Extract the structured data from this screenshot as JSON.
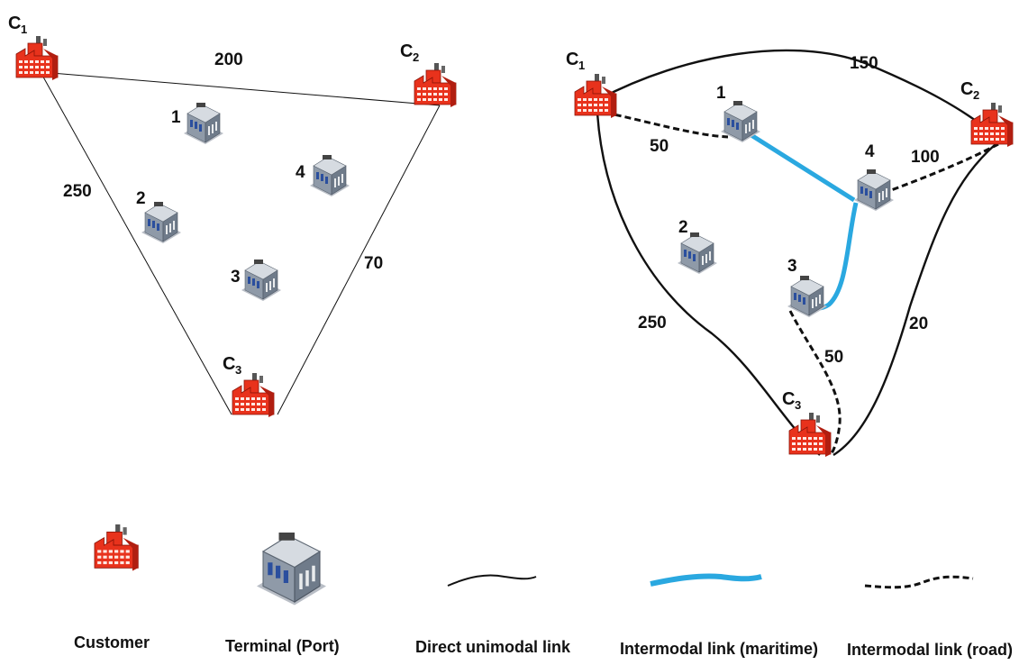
{
  "colors": {
    "customer": "#e8321c",
    "customer_dark": "#b11e10",
    "terminal": "#8f9aa8",
    "maritime": "#2aa8e0",
    "line": "#111111"
  },
  "left_network": {
    "nodes": [
      {
        "id": "C1",
        "letter": "C",
        "sub": "1",
        "type": "customer"
      },
      {
        "id": "C2",
        "letter": "C",
        "sub": "2",
        "type": "customer"
      },
      {
        "id": "C3",
        "letter": "C",
        "sub": "3",
        "type": "customer"
      },
      {
        "id": "T1",
        "label": "1",
        "type": "terminal"
      },
      {
        "id": "T2",
        "label": "2",
        "type": "terminal"
      },
      {
        "id": "T3",
        "label": "3",
        "type": "terminal"
      },
      {
        "id": "T4",
        "label": "4",
        "type": "terminal"
      }
    ],
    "edges": [
      {
        "from": "C1",
        "to": "C2",
        "weight": "200",
        "kind": "direct"
      },
      {
        "from": "C1",
        "to": "C3",
        "weight": "250",
        "kind": "direct"
      },
      {
        "from": "C2",
        "to": "C3",
        "weight": "70",
        "kind": "direct"
      }
    ]
  },
  "right_network": {
    "nodes": [
      {
        "id": "C1",
        "letter": "C",
        "sub": "1",
        "type": "customer"
      },
      {
        "id": "C2",
        "letter": "C",
        "sub": "2",
        "type": "customer"
      },
      {
        "id": "C3",
        "letter": "C",
        "sub": "3",
        "type": "customer"
      },
      {
        "id": "T1",
        "label": "1",
        "type": "terminal"
      },
      {
        "id": "T2",
        "label": "2",
        "type": "terminal"
      },
      {
        "id": "T3",
        "label": "3",
        "type": "terminal"
      },
      {
        "id": "T4",
        "label": "4",
        "type": "terminal"
      }
    ],
    "edges": [
      {
        "from": "C1",
        "to": "C2",
        "weight": "150",
        "kind": "direct"
      },
      {
        "from": "C1",
        "to": "C3",
        "weight": "250",
        "kind": "direct"
      },
      {
        "from": "C2",
        "to": "C3",
        "weight": "20",
        "kind": "direct"
      },
      {
        "from": "C1",
        "to": "T1",
        "weight": "50",
        "kind": "road"
      },
      {
        "from": "T4",
        "to": "C2",
        "weight": "100",
        "kind": "road"
      },
      {
        "from": "T3",
        "to": "C3",
        "weight": "50",
        "kind": "road"
      },
      {
        "from": "T1",
        "to": "T4",
        "weight": "",
        "kind": "maritime"
      },
      {
        "from": "T4",
        "to": "T3",
        "weight": "",
        "kind": "maritime"
      }
    ]
  },
  "legend": {
    "customer": "Customer",
    "terminal": "Terminal (Port)",
    "direct": "Direct unimodal link",
    "maritime": "Intermodal link (maritime)",
    "road": "Intermodal link (road)"
  }
}
